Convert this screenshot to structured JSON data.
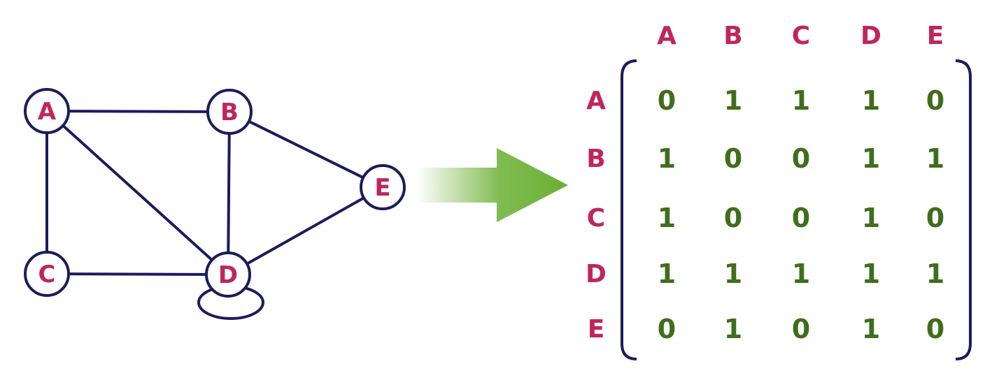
{
  "graph": {
    "nodes": [
      "A",
      "B",
      "C",
      "D",
      "E"
    ],
    "edges": [
      [
        "A",
        "B"
      ],
      [
        "A",
        "C"
      ],
      [
        "A",
        "D"
      ],
      [
        "B",
        "D"
      ],
      [
        "B",
        "E"
      ],
      [
        "C",
        "D"
      ],
      [
        "D",
        "E"
      ],
      [
        "D",
        "D"
      ]
    ]
  },
  "matrix": {
    "row_labels": [
      "A",
      "B",
      "C",
      "D",
      "E"
    ],
    "col_labels": [
      "A",
      "B",
      "C",
      "D",
      "E"
    ],
    "values": [
      [
        "0",
        "1",
        "1",
        "1",
        "0"
      ],
      [
        "1",
        "0",
        "0",
        "1",
        "1"
      ],
      [
        "1",
        "0",
        "0",
        "1",
        "0"
      ],
      [
        "1",
        "1",
        "1",
        "1",
        "1"
      ],
      [
        "0",
        "1",
        "0",
        "1",
        "0"
      ]
    ]
  },
  "colors": {
    "node_label": "#c0265a",
    "node_stroke": "#1b1b5e",
    "edge": "#1b1b5e",
    "matrix_value": "#3f6e1c",
    "arrow": "#6aaf32",
    "bracket": "#1b1b5e"
  }
}
